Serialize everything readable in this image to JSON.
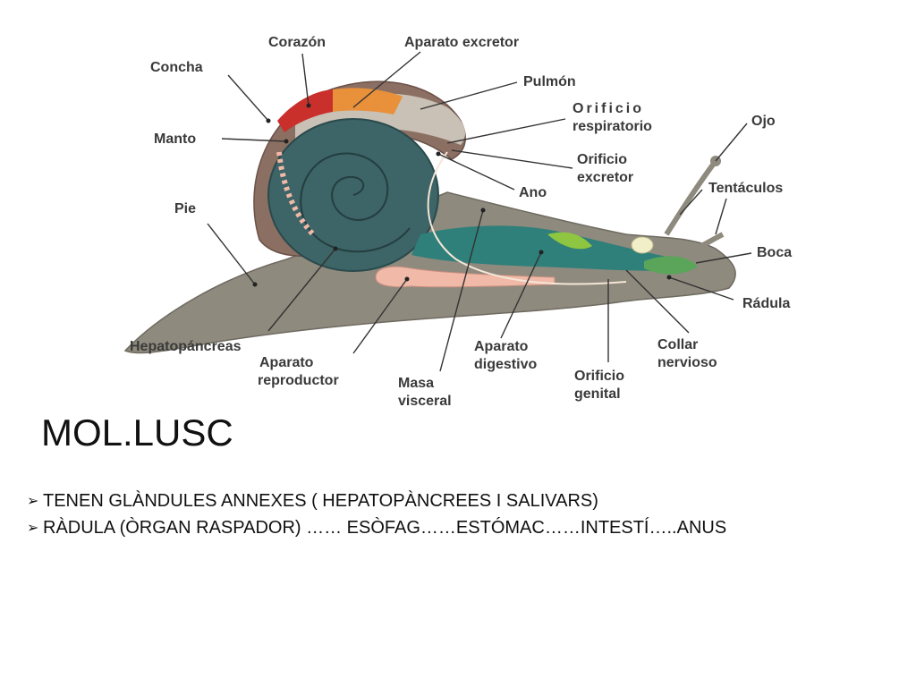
{
  "slide": {
    "title": "MOL.LUSC",
    "bullets": [
      "TENEN GLÀNDULES ANNEXES ( HEPATOPÀNCREES I  SALIVARS)",
      "RÀDULA (ÒRGAN RASPADOR) …… ESÒFAG……ESTÓMAC……INTESTÍ…..ANUS"
    ],
    "bullet_icon": "arrow-bullet-icon"
  },
  "diagram": {
    "labels": {
      "corazon": "Corazón",
      "aparato_excretor": "Aparato excretor",
      "concha": "Concha",
      "pulmon": "Pulmón",
      "orificio_respiratorio_1": "Orificio",
      "orificio_respiratorio_2": "respiratorio",
      "manto": "Manto",
      "ojo": "Ojo",
      "orificio_excretor_1": "Orificio",
      "orificio_excretor_2": "excretor",
      "tentaculos": "Tentáculos",
      "ano": "Ano",
      "pie": "Pie",
      "boca": "Boca",
      "radula": "Rádula",
      "hepatopancreas": "Hepatopáncreas",
      "aparato_reproductor_1": "Aparato",
      "aparato_reproductor_2": "reproductor",
      "masa_visceral_1": "Masa",
      "masa_visceral_2": "visceral",
      "aparato_digestivo_1": "Aparato",
      "aparato_digestivo_2": "digestivo",
      "orificio_genital_1": "Orificio",
      "orificio_genital_2": "genital",
      "collar_nervioso_1": "Collar",
      "collar_nervioso_2": "nervioso"
    },
    "colors": {
      "body": "#8f8a7e",
      "shell_outer": "#8b6f62",
      "shell_spiral": "#3d6466",
      "mantle": "#c9c0b6",
      "heart": "#c9302c",
      "excretory": "#e8903a",
      "digestive": "#2f7f7a",
      "stomach": "#8ec641",
      "reproductor": "#f1b9a8",
      "nerve": "#f1efc8"
    }
  }
}
